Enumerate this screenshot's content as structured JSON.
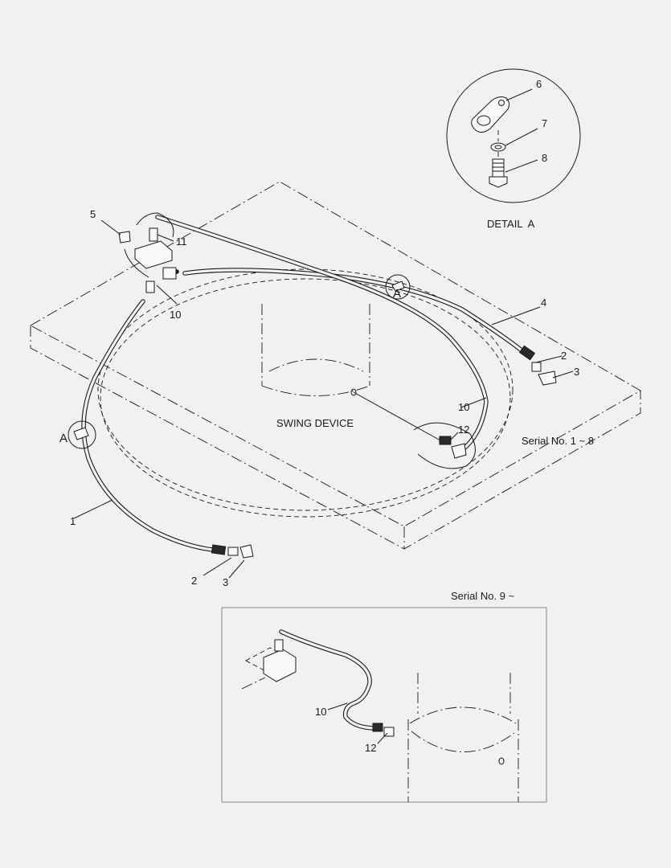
{
  "labels": {
    "detail_title": "DETAIL  A",
    "swing_device": "SWING DEVICE",
    "serial_1_8": "Serial No. 1 ~ 8",
    "serial_9": "Serial No. 9 ~",
    "detail_marker": "A",
    "callouts": {
      "p1": "1",
      "p2_right": "2",
      "p2_bottom": "2",
      "p3_right": "3",
      "p3_bottom": "3",
      "p4": "4",
      "p5": "5",
      "p6": "6",
      "p7": "7",
      "p8": "8",
      "p10_left": "10",
      "p10_right": "10",
      "p10_inset": "10",
      "p11": "11",
      "p12_main": "12",
      "p12_inset": "12"
    }
  }
}
